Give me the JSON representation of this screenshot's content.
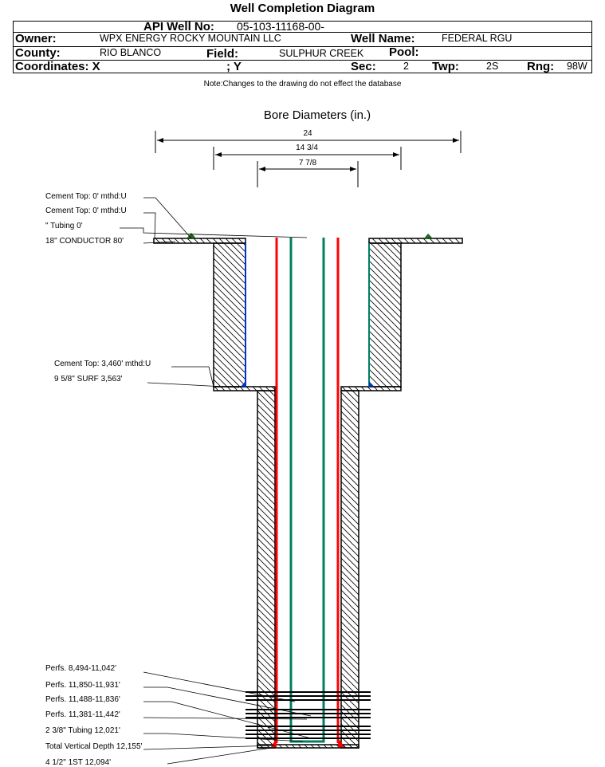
{
  "title": "Well Completion Diagram",
  "header": {
    "api_label": "API Well No:",
    "api_value": "05-103-11168-00-",
    "owner_label": "Owner:",
    "owner_value": "WPX ENERGY ROCKY MOUNTAIN LLC",
    "well_name_label": "Well Name:",
    "well_name_value": "FEDERAL RGU",
    "county_label": "County:",
    "county_value": "RIO BLANCO",
    "field_label": "Field:",
    "field_value": "SULPHUR CREEK",
    "pool_label": "Pool:",
    "coord_label": "Coordinates: X",
    "coord_y_label": "; Y",
    "sec_label": "Sec:",
    "sec_value": "2",
    "twp_label": "Twp:",
    "twp_value": "2S",
    "rng_label": "Rng:",
    "rng_value": "98W"
  },
  "note": "Note:Changes to the drawing do not effect the database",
  "diagram": {
    "bore_title": "Bore Diameters (in.)",
    "dims": [
      "24",
      "14 3/4",
      "7 7/8"
    ],
    "labels": [
      "Cement Top: 0' mthd:U",
      "Cement Top: 0' mthd:U",
      "\" Tubing 0'",
      "18\" CONDUCTOR  80'",
      "Cement Top: 3,460' mthd:U",
      "9 5/8\" SURF     3,563'",
      "Perfs. 8,494-11,042'",
      "Perfs. 11,850-11,931'",
      "Perfs. 11,488-11,836'",
      "Perfs. 11,381-11,442'",
      "2 3/8\" Tubing 12,021'",
      "Total Vertical Depth 12,155'",
      "4 1/2\" 1ST       12,094'"
    ],
    "colors": {
      "casing_red": "#ff0000",
      "tubing_green": "#008060",
      "blue": "#0033cc"
    }
  }
}
